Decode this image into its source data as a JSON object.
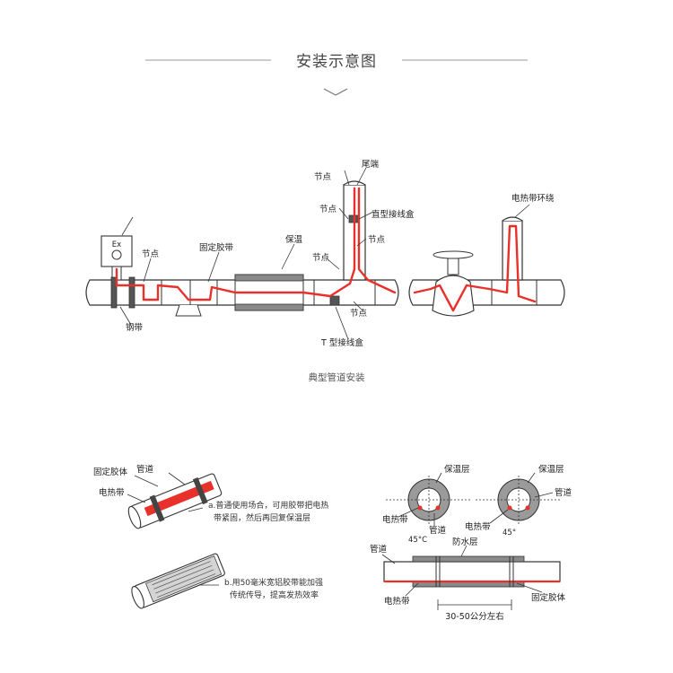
{
  "header": {
    "title": "安装示意图",
    "chevron": "chevron-down-icon"
  },
  "main_diagram": {
    "labels": {
      "tail_end": "尾端",
      "node_top": "节点",
      "node_mid": "节点",
      "straight_box": "直型接线盒",
      "node_right": "节点",
      "node_tee": "节点",
      "node_left": "节点",
      "fixing_tape": "固定胶带",
      "insulation": "保温",
      "steel_band": "钢带",
      "tee_box": "T 型接线盒",
      "cable_wrap": "电热带环绕",
      "ex_box": "Ex"
    },
    "caption": "典型管道安装"
  },
  "bottom_left": {
    "labels": {
      "fixing_glue": "固定胶体",
      "pipe": "管道",
      "heating_cable": "电热带"
    },
    "note_a": [
      "a.普通使用场合，可用胶带把电热",
      "带紧固，然后再回复保温层"
    ],
    "note_b": [
      "b.用50毫米宽铝胶带能加强",
      "传统传导，提高发热效率"
    ]
  },
  "bottom_right": {
    "cross_left": {
      "insulation": "保温层",
      "pipe": "管道",
      "cable": "电热带",
      "angle": "45°C"
    },
    "cross_right": {
      "insulation": "保温层",
      "pipe": "管道",
      "cable": "电热带",
      "angle": "45°"
    },
    "side": {
      "pipe": "管道",
      "waterproof": "防水层",
      "cable": "电热带",
      "fixing_glue": "固定胶体",
      "spacing": "30-50公分左右"
    }
  },
  "colors": {
    "heating_cable": "#e8312a",
    "line": "#333333",
    "insulation": "#8a8a8a"
  }
}
